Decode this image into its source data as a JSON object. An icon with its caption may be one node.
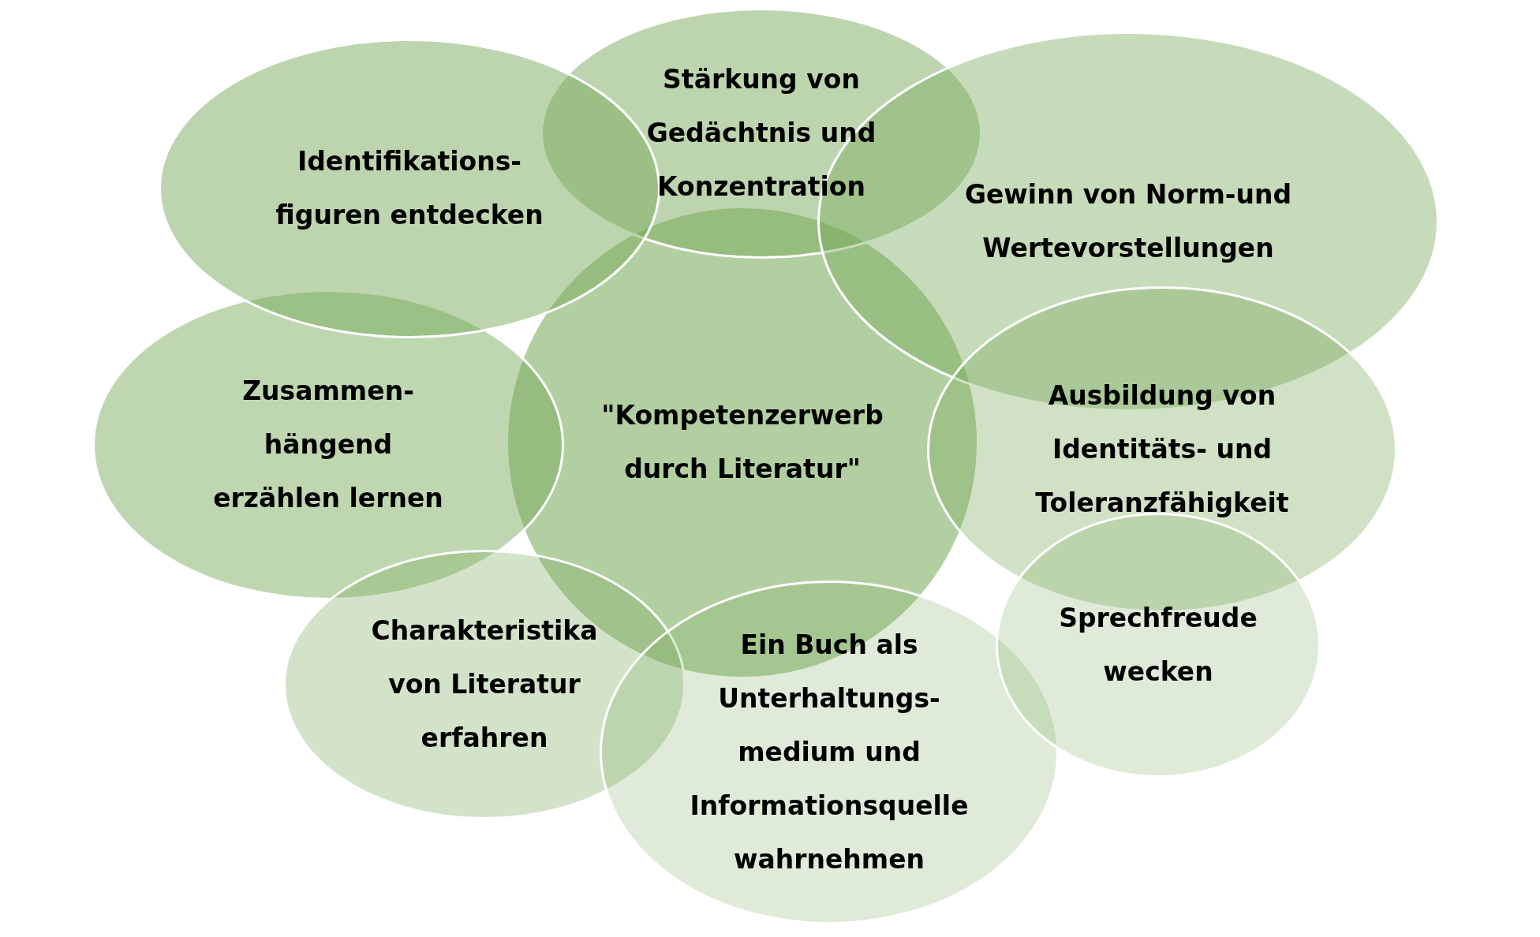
{
  "diagram": {
    "nodes": [
      {
        "text": [
          "Identifikations- figuren entdecken"
        ]
      },
      {
        "text": [
          "Stärkung von Gedächtnis und Konzentration"
        ]
      },
      {
        "text": [
          "Gewinn von Norm-und Wertevorstellungen"
        ]
      },
      {
        "text": [
          "Zusammen- hängend erzählen lernen"
        ]
      },
      {
        "text": [
          "\"Kompetenzerwerb durch Literatur\""
        ]
      },
      {
        "text": [
          "Ausbildung von Identitäts- und Toleranzfähigkeit"
        ]
      },
      {
        "text": [
          "Sprechfreude wecken"
        ]
      },
      {
        "text": [
          "Charakteristika von Literatur erfahren"
        ]
      },
      {
        "text": [
          "Ein Buch als Unterhaltungs- medium und Informationsquelle wahrnehmen"
        ]
      }
    ]
  }
}
